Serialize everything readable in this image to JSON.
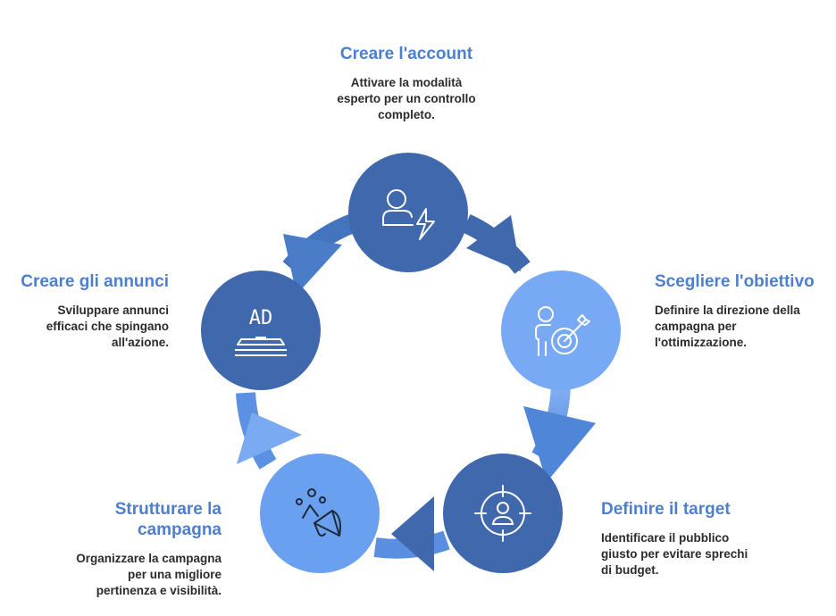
{
  "colors": {
    "dark_blue": "#3f68ad",
    "mid_blue": "#4f86d8",
    "light_blue": "#78a9f5",
    "title_blue": "#4d7fd0",
    "text": "#2b2b2b"
  },
  "steps": [
    {
      "title": "Creare l'account",
      "desc": [
        "Attivare la modalità",
        "esperto per un controllo",
        "completo."
      ],
      "icon": "user-lightning-icon"
    },
    {
      "title": "Scegliere l'obiettivo",
      "desc": [
        "Definire la direzione della",
        "campagna per",
        "l'ottimizzazione."
      ],
      "icon": "person-target-icon"
    },
    {
      "title": "Definire il target",
      "desc": [
        "Identificare il pubblico",
        "giusto per evitare sprechi",
        "di budget."
      ],
      "icon": "crosshair-user-icon"
    },
    {
      "title": [
        "Strutturare la",
        "campagna"
      ],
      "desc": [
        "Organizzare la campagna",
        "per una migliore",
        "pertinenza e visibilità."
      ],
      "icon": "megaphone-icon"
    },
    {
      "title": "Creare gli annunci",
      "desc": [
        "Sviluppare annunci",
        "efficaci che spingano",
        "all'azione."
      ],
      "icon": "ad-icon",
      "icon_text": "AD"
    }
  ]
}
